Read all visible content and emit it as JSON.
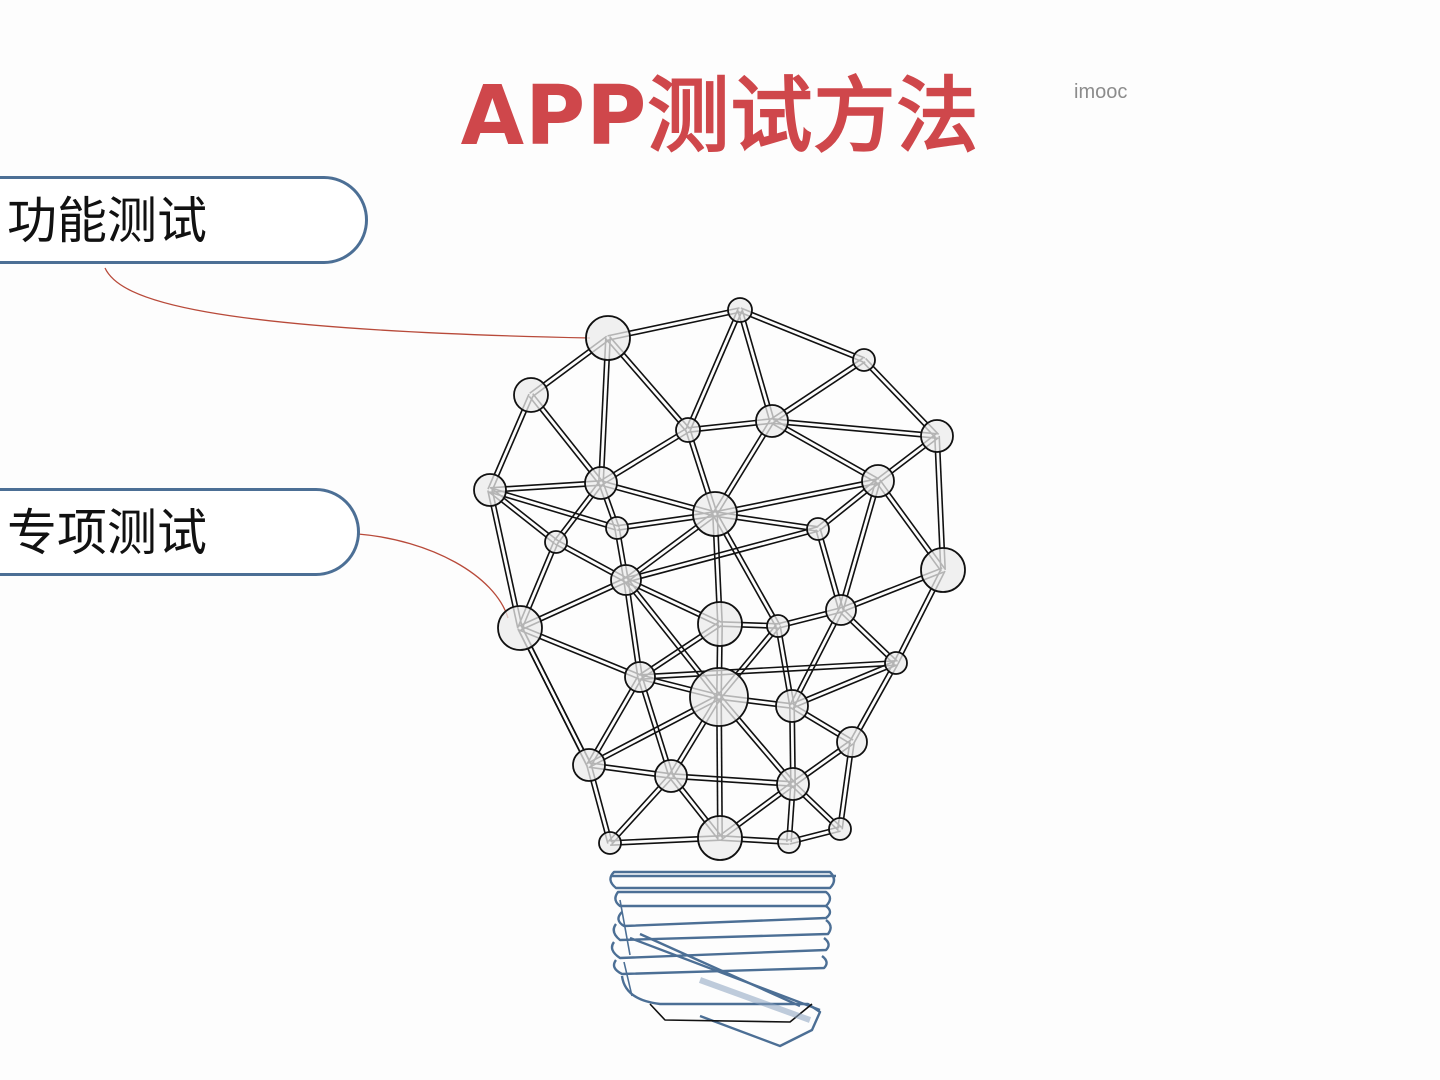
{
  "slide": {
    "title": "APP测试方法",
    "watermark": "imooc",
    "items": [
      {
        "label": "功能测试"
      },
      {
        "label": "专项测试"
      }
    ]
  },
  "colors": {
    "title": "#cf474b",
    "pill_border": "#4c6f95",
    "connector": "#b84a3a",
    "bulb_base": "#4c6f95",
    "network": "#111111"
  },
  "icons": {
    "illustration": "lightbulb-network-icon"
  }
}
